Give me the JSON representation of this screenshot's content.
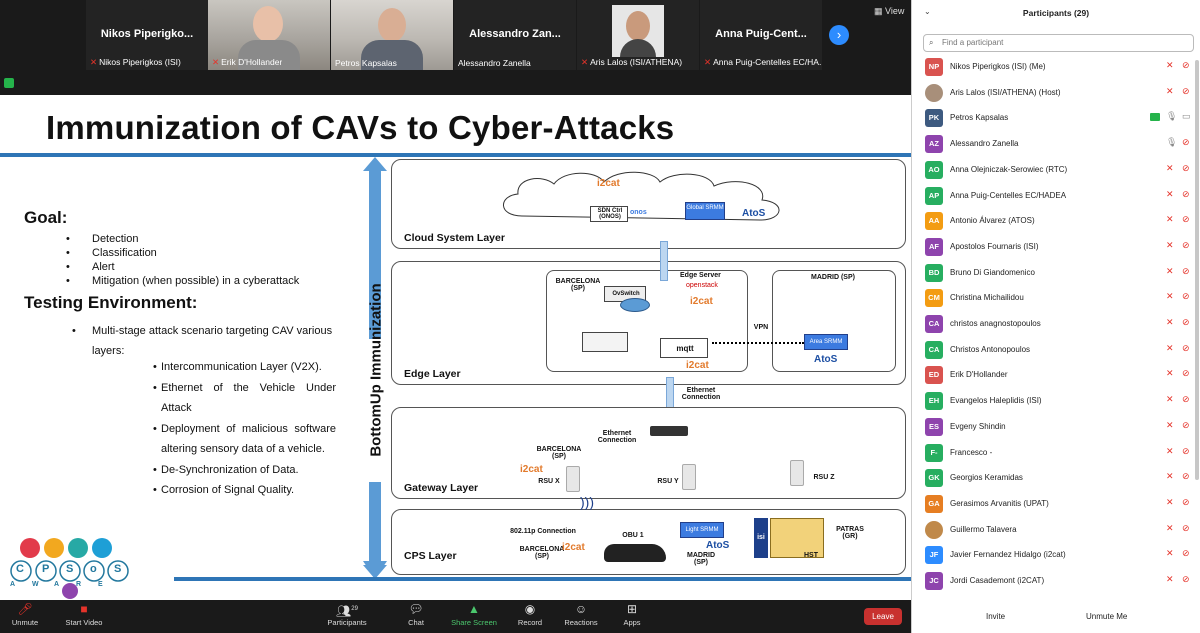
{
  "video_strip": {
    "tiles": [
      {
        "title": "Nikos Piperigko...",
        "label": "Nikos Piperigkos (ISI)"
      },
      {
        "title": "",
        "label": "Erik D'Hollander"
      },
      {
        "title": "",
        "label": "Petros Kapsalas"
      },
      {
        "title": "Alessandro Zan...",
        "label": "Alessandro Zanella"
      },
      {
        "title": "",
        "label": "Aris Lalos (ISI/ATHENA)"
      },
      {
        "title": "Anna Puig-Cent...",
        "label": "Anna Puig-Centelles EC/HA..."
      }
    ],
    "view_label": "View"
  },
  "slide": {
    "title": "Immunization of CAVs to Cyber-Attacks",
    "goal_heading": "Goal:",
    "goal_items": [
      "Detection",
      "Classification",
      "Alert",
      "Mitigation (when possible) in a cyberattack"
    ],
    "testing_heading": "Testing Environment:",
    "testing_intro": "Multi-stage attack scenario targeting CAV various layers:",
    "testing_items": [
      "Intercommunication Layer (V2X).",
      "Ethernet of the Vehicle Under Attack",
      "Deployment of malicious software altering sensory data of a vehicle.",
      "De-Synchronization of Data.",
      "Corrosion of Signal Quality."
    ],
    "diagram": {
      "vertical_label": "BottomUp Immunization",
      "layers": {
        "cloud": "Cloud System Layer",
        "edge": "Edge Layer",
        "gateway": "Gateway Layer",
        "cps": "CPS Layer"
      },
      "labels": {
        "i2cat": "i2cat",
        "sdn_ctrl": "SDN Ctrl (ONOS)",
        "onos": "onos",
        "global_srmm": "Global SRMM",
        "atos": "AtoS",
        "barcelona_sp": "BARCELONA (SP)",
        "ovswitch": "OvSwitch",
        "edge_server": "Edge Server",
        "openstack": "openstack",
        "madrid_sp": "MADRID (SP)",
        "vpn": "VPN",
        "area_srmm": "Area SRMM",
        "mqtt": "mqtt",
        "ethernet_connection": "Ethernet Connection",
        "rsu_x": "RSU X",
        "rsu_y": "RSU Y",
        "rsu_z": "RSU Z",
        "v2x": "802.11p Connection",
        "obu": "OBU 1",
        "light_srmm": "Light SRMM",
        "patras_gr": "PATRAS (GR)",
        "hst": "HST",
        "isi": "isi"
      }
    },
    "logo_letters": [
      "C",
      "P",
      "S",
      "o",
      "S",
      "A",
      "W",
      "A",
      "R",
      "E"
    ]
  },
  "toolbar": {
    "unmute": "Unmute",
    "start_video": "Start Video",
    "participants": "Participants",
    "participants_count": "29",
    "chat": "Chat",
    "share_screen": "Share Screen",
    "record": "Record",
    "reactions": "Reactions",
    "apps": "Apps",
    "leave": "Leave"
  },
  "panel": {
    "title": "Participants (29)",
    "search_placeholder": "Find a participant",
    "participants": [
      {
        "initials": "NP",
        "name": "Nikos Piperigkos (ISI) (Me)",
        "color": "#d9534f"
      },
      {
        "initials": "",
        "name": "Aris Lalos (ISI/ATHENA) (Host)",
        "color": "#a88f7a"
      },
      {
        "initials": "PK",
        "name": "Petros Kapsalas",
        "color": "#3d5a80"
      },
      {
        "initials": "AZ",
        "name": "Alessandro Zanella",
        "color": "#8e44ad"
      },
      {
        "initials": "AO",
        "name": "Anna Olejniczak-Serowiec (RTC)",
        "color": "#27ae60"
      },
      {
        "initials": "AP",
        "name": "Anna Puig-Centelles EC/HADEA",
        "color": "#27ae60"
      },
      {
        "initials": "AA",
        "name": "Antonio Álvarez (ATOS)",
        "color": "#f39c12"
      },
      {
        "initials": "AF",
        "name": "Apostolos Fournaris (ISI)",
        "color": "#8e44ad"
      },
      {
        "initials": "BD",
        "name": "Bruno Di Giandomenico",
        "color": "#27ae60"
      },
      {
        "initials": "CM",
        "name": "Christina Michailidou",
        "color": "#f39c12"
      },
      {
        "initials": "CA",
        "name": "christos anagnostopoulos",
        "color": "#8e44ad"
      },
      {
        "initials": "CA",
        "name": "Christos Antonopoulos",
        "color": "#27ae60"
      },
      {
        "initials": "ED",
        "name": "Erik D'Hollander",
        "color": "#d9534f"
      },
      {
        "initials": "EH",
        "name": "Evangelos Haleplidis (ISI)",
        "color": "#27ae60"
      },
      {
        "initials": "ES",
        "name": "Evgeny Shindin",
        "color": "#8e44ad"
      },
      {
        "initials": "F-",
        "name": "Francesco -",
        "color": "#27ae60"
      },
      {
        "initials": "GK",
        "name": "Georgios Keramidas",
        "color": "#27ae60"
      },
      {
        "initials": "GA",
        "name": "Gerasimos Arvanitis (UPAT)",
        "color": "#e67e22"
      },
      {
        "initials": "",
        "name": "Guillermo Talavera",
        "color": "#c0894a"
      },
      {
        "initials": "JF",
        "name": "Javier Fernandez Hidalgo (i2cat)",
        "color": "#2d8cff"
      },
      {
        "initials": "JC",
        "name": "Jordi Casademont (i2CAT)",
        "color": "#8e44ad"
      }
    ],
    "invite": "Invite",
    "unmute_me": "Unmute Me"
  }
}
